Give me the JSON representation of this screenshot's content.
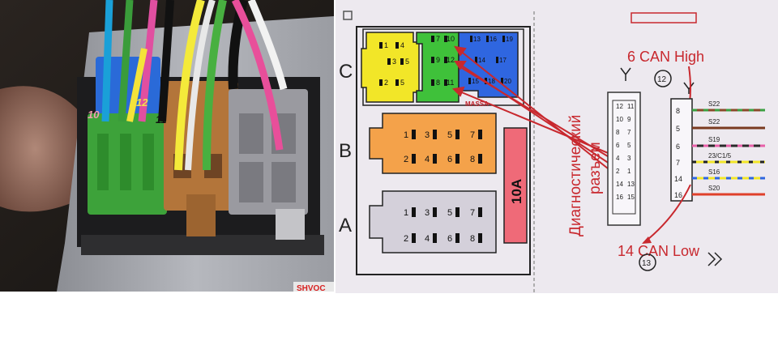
{
  "photo": {
    "pin_labels": [
      {
        "text": "10",
        "color": "#f0a0b0"
      },
      {
        "text": "12",
        "color": "#f4e04a"
      },
      {
        "text": "11",
        "color": "#101010"
      }
    ],
    "sticker_text": "SHVOC"
  },
  "diagram": {
    "rows": [
      {
        "letter": "C"
      },
      {
        "letter": "B"
      },
      {
        "letter": "A"
      }
    ],
    "block_c": {
      "yellow_pins": [
        "1",
        "4",
        "3",
        "5",
        "2",
        "5"
      ],
      "green_pins": [
        "7",
        "10",
        "9",
        "12",
        "8",
        "11"
      ],
      "blue_pins": [
        "13",
        "16",
        "19",
        "14",
        "17",
        "15",
        "18",
        "20"
      ],
      "massa_label": "MASSA",
      "colors": {
        "yellow": "#f2e628",
        "green": "#3fc13a",
        "blue": "#2f66e0"
      }
    },
    "block_b": {
      "pins": [
        "1",
        "3",
        "5",
        "7",
        "2",
        "4",
        "6",
        "8"
      ],
      "color": "#f4a24a"
    },
    "block_a": {
      "pins": [
        "1",
        "3",
        "5",
        "7",
        "2",
        "4",
        "6",
        "8"
      ],
      "color": "#d4d0da"
    },
    "fuse": {
      "label": "10A",
      "color": "#ef6a78"
    },
    "diag_text": [
      "Диагностический",
      "разъем"
    ],
    "obd_pins_left": [
      "12",
      "10",
      "8",
      "6",
      "4",
      "2",
      "14",
      "16"
    ],
    "obd_pins_right": [
      "11",
      "9",
      "7",
      "5",
      "3",
      "1",
      "13",
      "15"
    ],
    "can_high": "6 CAN High",
    "can_low": "14 CAN Low",
    "circle_top": "12",
    "circle_bottom": "13",
    "harness": {
      "pins": [
        "8",
        "5",
        "6",
        "7",
        "14",
        "16"
      ],
      "wire_labels": [
        "S22",
        "S22",
        "S19",
        "23/C1/5",
        "S16",
        "S20"
      ]
    }
  }
}
